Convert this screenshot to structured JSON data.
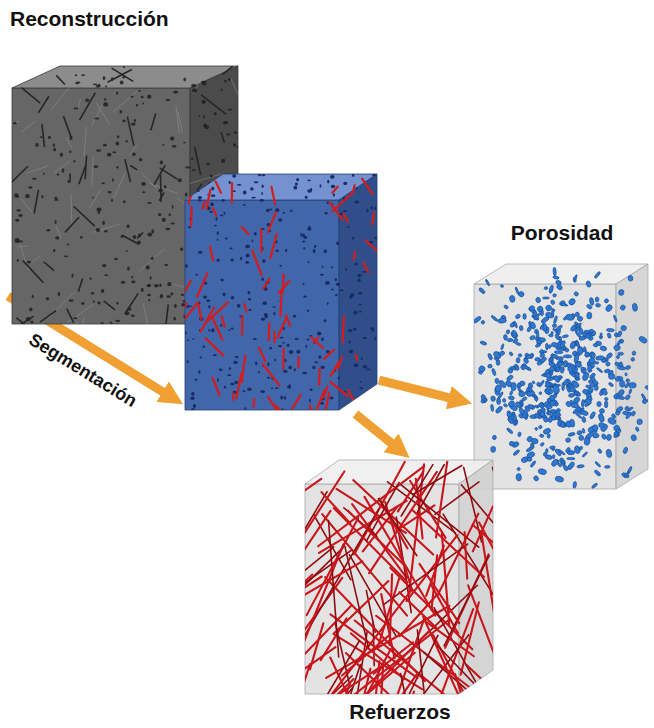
{
  "diagram": {
    "nodes": [
      {
        "text": [
          "Reconstrucción"
        ]
      },
      {
        "text": []
      },
      {
        "text": [
          "Porosidad"
        ]
      },
      {
        "text": [
          "Refuerzos"
        ]
      }
    ],
    "edges": [
      {
        "from": 0,
        "to": 1,
        "arrow": "to",
        "label": "Segmentación"
      },
      {
        "from": 1,
        "to": 2,
        "arrow": "to"
      },
      {
        "from": 1,
        "to": 3,
        "arrow": "to"
      }
    ]
  }
}
